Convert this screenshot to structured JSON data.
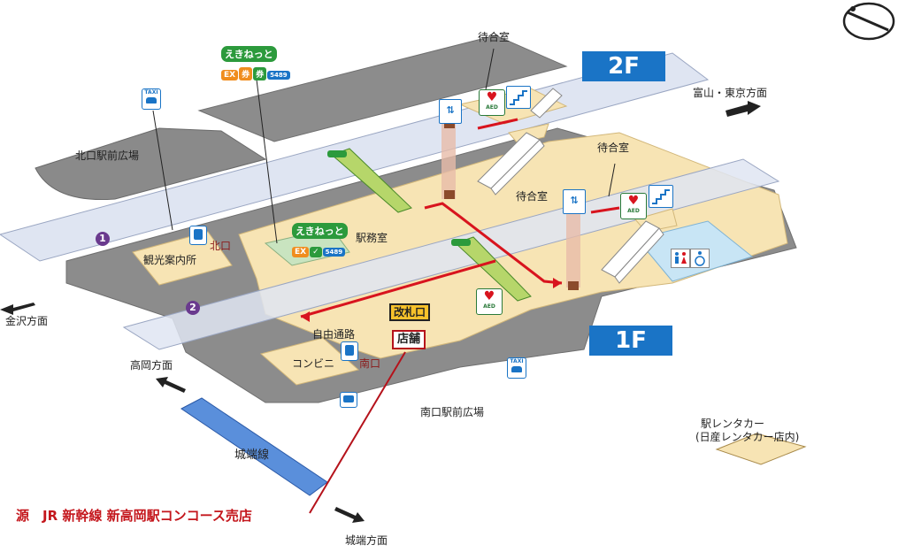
{
  "floors": {
    "upper": "2F",
    "lower": "1F"
  },
  "labels": {
    "waiting_room_top": "待合室",
    "waiting_room_right": "待合室",
    "waiting_room_center": "待合室",
    "north_plaza": "北口駅前広場",
    "tourist_info": "観光案内所",
    "north_exit": "北口",
    "station_office": "駅務室",
    "free_passage": "自由通路",
    "convenience_store": "コンビニ",
    "south_exit": "南口",
    "south_plaza": "南口駅前広場",
    "to_toyama_tokyo": "富山・東京方面",
    "to_kanazawa": "金沢方面",
    "to_takaoka": "高岡方面",
    "johana_line": "城端線",
    "to_johana": "城端方面",
    "rental_car_line1": "駅レンタカー",
    "rental_car_line2": "(日産レンタカー店内)",
    "ticket_gate": "改札口",
    "store": "店舗",
    "store_caption": "源　JR 新幹線 新高岡駅コンコース売店"
  },
  "markers": {
    "one": "1",
    "two": "2"
  },
  "ekinet": {
    "name": "えきねっと",
    "chips": [
      "EX",
      "券",
      "券",
      "5489"
    ]
  },
  "icons": {
    "taxi": "TAXI",
    "aed": "AED",
    "elevator": "elevator-icon",
    "stairs": "stairs-icon",
    "toilet": "toilet-icon",
    "bus": "bus-icon",
    "phone": "phone-icon",
    "compass": "compass-icon"
  },
  "colors": {
    "floor_badge": "#1a74c6",
    "route_red": "#d8141e",
    "store_red": "#b5121b",
    "concourse": "#f7e4b4",
    "platform_gray": "#8c8c8c",
    "track_light": "#dfe5f2",
    "johana_blue": "#5a8fdb"
  }
}
